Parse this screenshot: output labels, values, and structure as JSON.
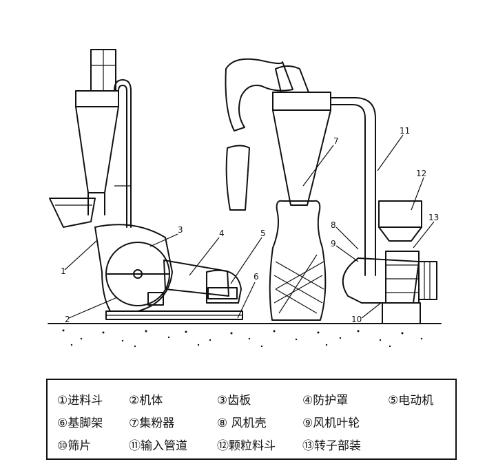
{
  "callouts": [
    "1",
    "2",
    "3",
    "4",
    "5",
    "6",
    "7",
    "8",
    "9",
    "10",
    "11",
    "12",
    "13"
  ],
  "legend": [
    [
      "①进料斗",
      "②机体",
      "③齿板",
      "④防护罩",
      "⑤电动机"
    ],
    [
      "⑥基脚架",
      "⑦集粉器",
      "⑧ 风机壳",
      "⑨风机叶轮"
    ],
    [
      "⑩筛片",
      "⑪输入管道",
      "⑫颗粒料斗",
      "⑬转子部装"
    ]
  ]
}
